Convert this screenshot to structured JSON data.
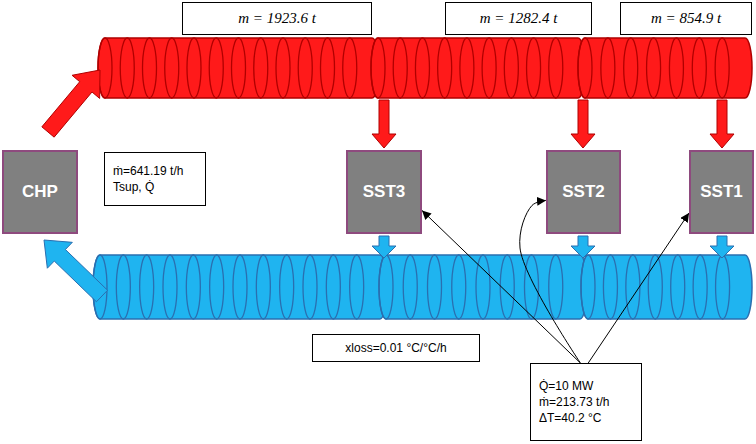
{
  "diagram": {
    "nodes": [
      {
        "text": [
          "m = 1923.6 t"
        ]
      },
      {
        "text": [
          "m = 1282.4 t"
        ]
      },
      {
        "text": [
          "m = 854.9 t"
        ]
      },
      {
        "text": [
          "CHP"
        ]
      },
      {
        "text": [
          "ṁ=641.19 t/h Tsup, Q̇"
        ]
      },
      {
        "text": [
          "SST3"
        ]
      },
      {
        "text": [
          "SST2"
        ]
      },
      {
        "text": [
          "SST1"
        ]
      },
      {
        "text": [
          "xloss=0.01 °C/°C/h"
        ]
      },
      {
        "text": [
          "Q̇=10 MW ṁ=213.73 t/h ΔT=40.2 °C"
        ]
      }
    ],
    "edges": [
      {
        "from": 9,
        "to": 5,
        "arrow": "to"
      },
      {
        "from": 9,
        "to": 6,
        "arrow": "to"
      },
      {
        "from": 9,
        "to": 7,
        "arrow": "to"
      }
    ]
  }
}
